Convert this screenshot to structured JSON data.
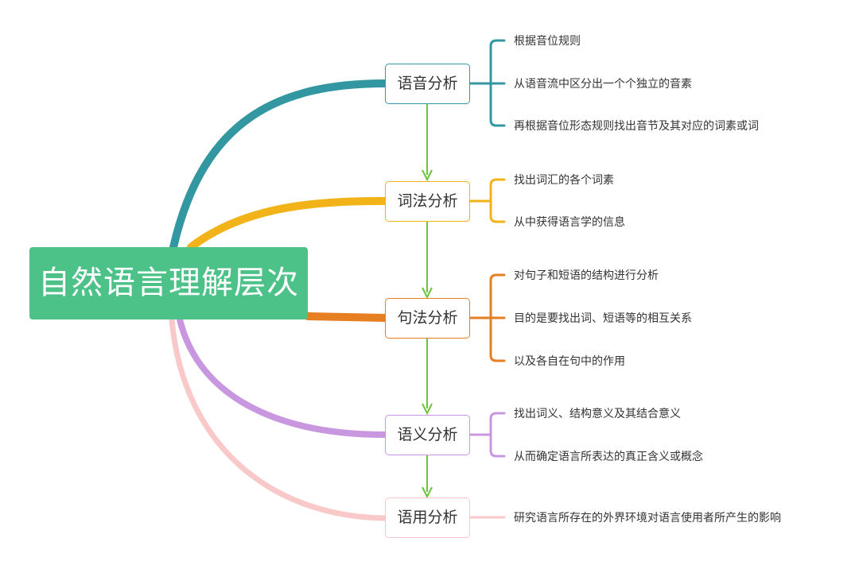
{
  "root": {
    "label": "自然语言理解层次"
  },
  "branches": [
    {
      "label": "语音分析",
      "color": "#3397a1",
      "items": [
        "根据音位规则",
        "从语音流中区分出一个个独立的音素",
        "再根据音位形态规则找出音节及其对应的词素或词"
      ]
    },
    {
      "label": "词法分析",
      "color": "#f2b318",
      "items": [
        "找出词汇的各个词素",
        "从中获得语言学的信息"
      ]
    },
    {
      "label": "句法分析",
      "color": "#e67e22",
      "items": [
        "对句子和短语的结构进行分析",
        "目的是要找出词、短语等的相互关系",
        "以及各自在句中的作用"
      ]
    },
    {
      "label": "语义分析",
      "color": "#c897e0",
      "items": [
        "找出词义、结构意义及其结合意义",
        "从而确定语言所表达的真正含义或概念"
      ]
    },
    {
      "label": "语用分析",
      "color": "#f9c8c8",
      "items": [
        "研究语言所存在的外界环境对语言使用者所产生的影响"
      ]
    }
  ],
  "flow_arrow_color": "#6cc43c"
}
